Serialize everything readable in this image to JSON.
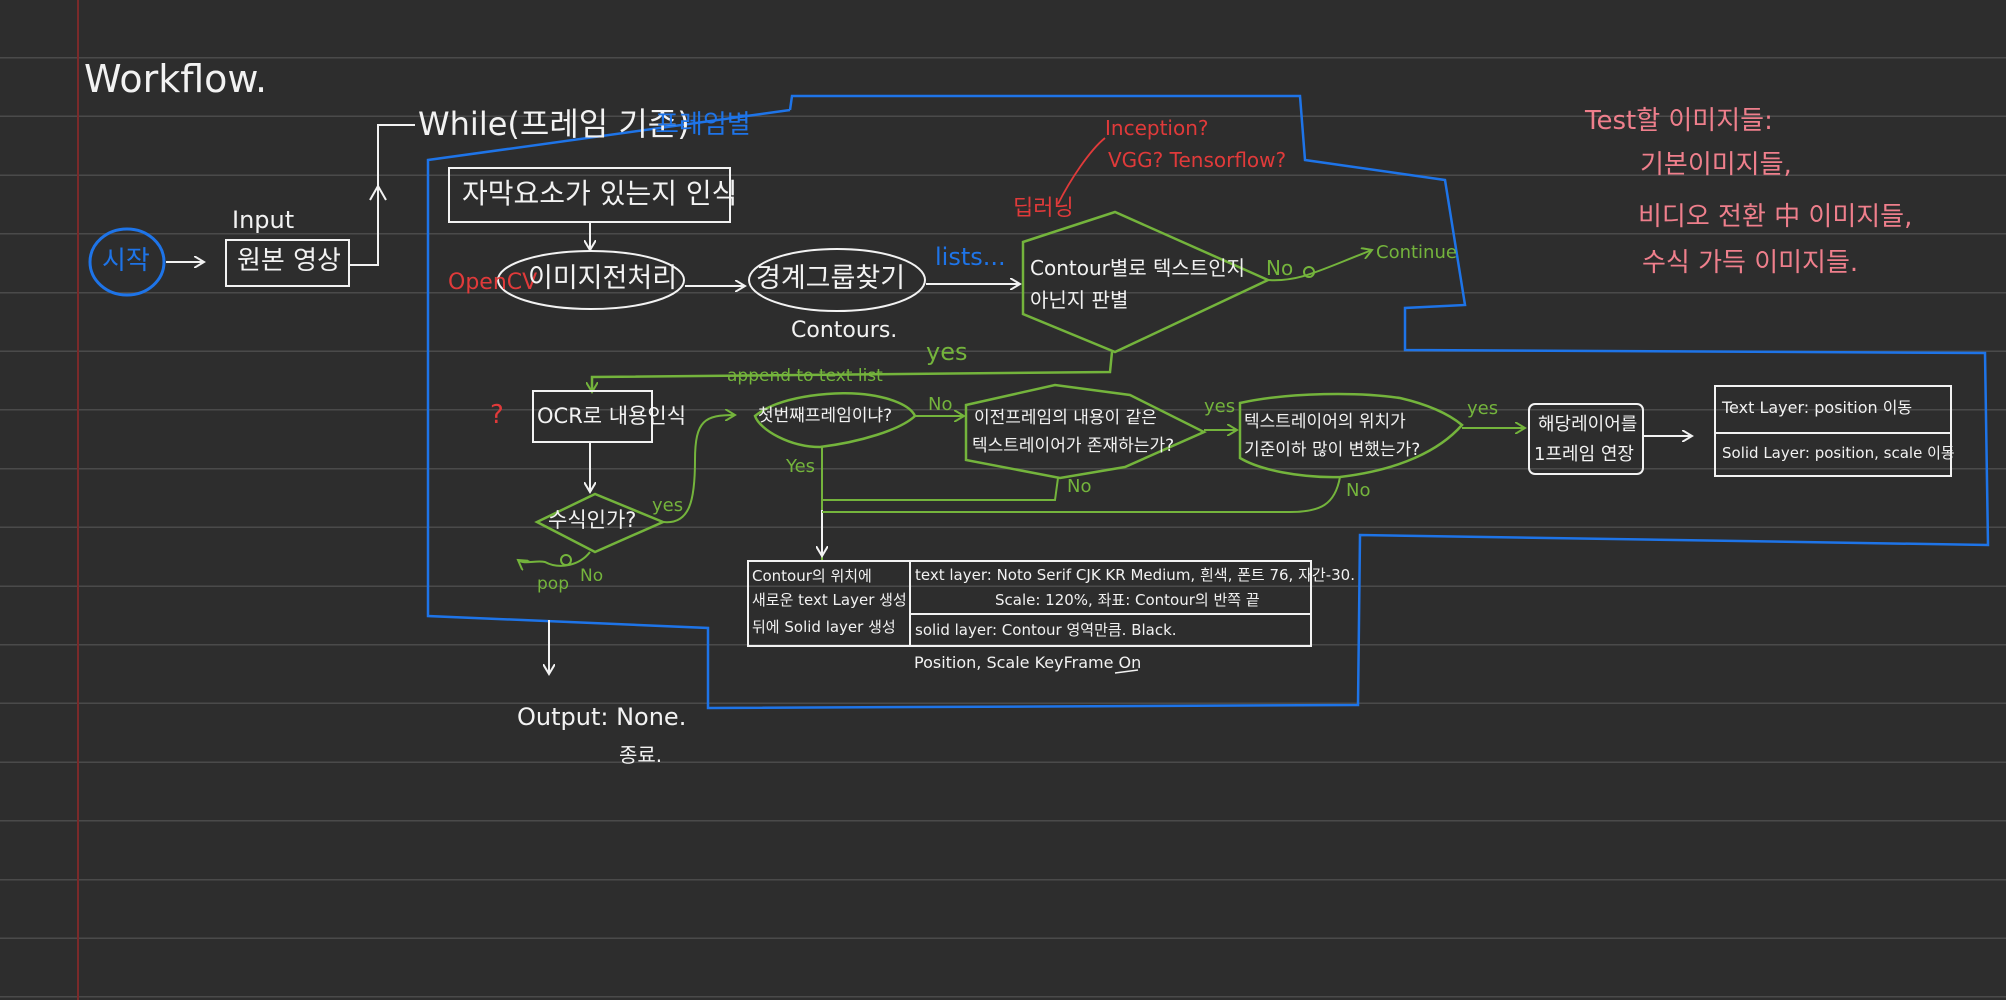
{
  "title": "Workflow.",
  "start": "시작",
  "input_label": "Input",
  "source_video": "원본 영상",
  "while_label": "While(프레임 기준)",
  "per_frame": "프레임별",
  "detect_subtitle": "자막요소가 있는지 인식",
  "opencv": "OpenCV",
  "preprocess": "이미지전처리",
  "find_contours": "경계그룹찾기",
  "contours": "Contours.",
  "lists": "lists...",
  "decide_box": {
    "line1": "Contour별로 텍스트인지",
    "line2": "아닌지 판별"
  },
  "learning": "딥러닝",
  "inception": "Inception?",
  "vgg": "VGG? Tensorflow?",
  "no1": "No",
  "continue": "Continue",
  "yes1": "yes",
  "append": "append to text list",
  "q_mark": "?",
  "ocr": "OCR로 내용인식",
  "is_formula": "수식인가?",
  "pop": "pop",
  "no_pop": "No",
  "yes_formula": "yes",
  "first_frame": "첫번째프레임이냐?",
  "no_first": "No",
  "yes_first": "Yes",
  "same_content": {
    "line1": "이전프레임의 내용이 같은",
    "line2": "텍스트레이어가 존재하는가?"
  },
  "yes_same": "yes",
  "no_same": "No",
  "position_check": {
    "line1": "텍스트레이어의 위치가",
    "line2": "기준이하 많이 변했는가?"
  },
  "yes_pos": "yes",
  "no_pos": "No",
  "extend_layer": {
    "line1": "해당레이어를",
    "line2": "1프레임 연장"
  },
  "layer_updates": {
    "text": "Text Layer: position 이동",
    "solid": "Solid Layer: position, scale 이동"
  },
  "create_table": {
    "left": [
      "Contour의 위치에",
      "새로운 text Layer 생성",
      "뒤에 Solid layer 생성"
    ],
    "text_layer_1": "text layer: Noto Serif CJK KR Medium, 흰색, 폰트 76, 자간-30.",
    "text_layer_2": "Scale: 120%, 좌표: Contour의 반쪽 끝",
    "solid_layer": "solid layer: Contour 영역만큼. Black."
  },
  "keyframe": "Position, Scale KeyFrame On",
  "output": "Output: None.",
  "end": "종료.",
  "test_notes": {
    "title": "Test할 이미지들:",
    "items": [
      "기본이미지들,",
      "비디오 전환 中 이미지들,",
      "수식 가득 이미지들."
    ]
  },
  "colors": {
    "background": "#2d2d2d",
    "white": "#f2f2f2",
    "blue": "#1e74e8",
    "red": "#e03a3a",
    "green": "#74b43c",
    "pink": "#ef7f8c"
  }
}
